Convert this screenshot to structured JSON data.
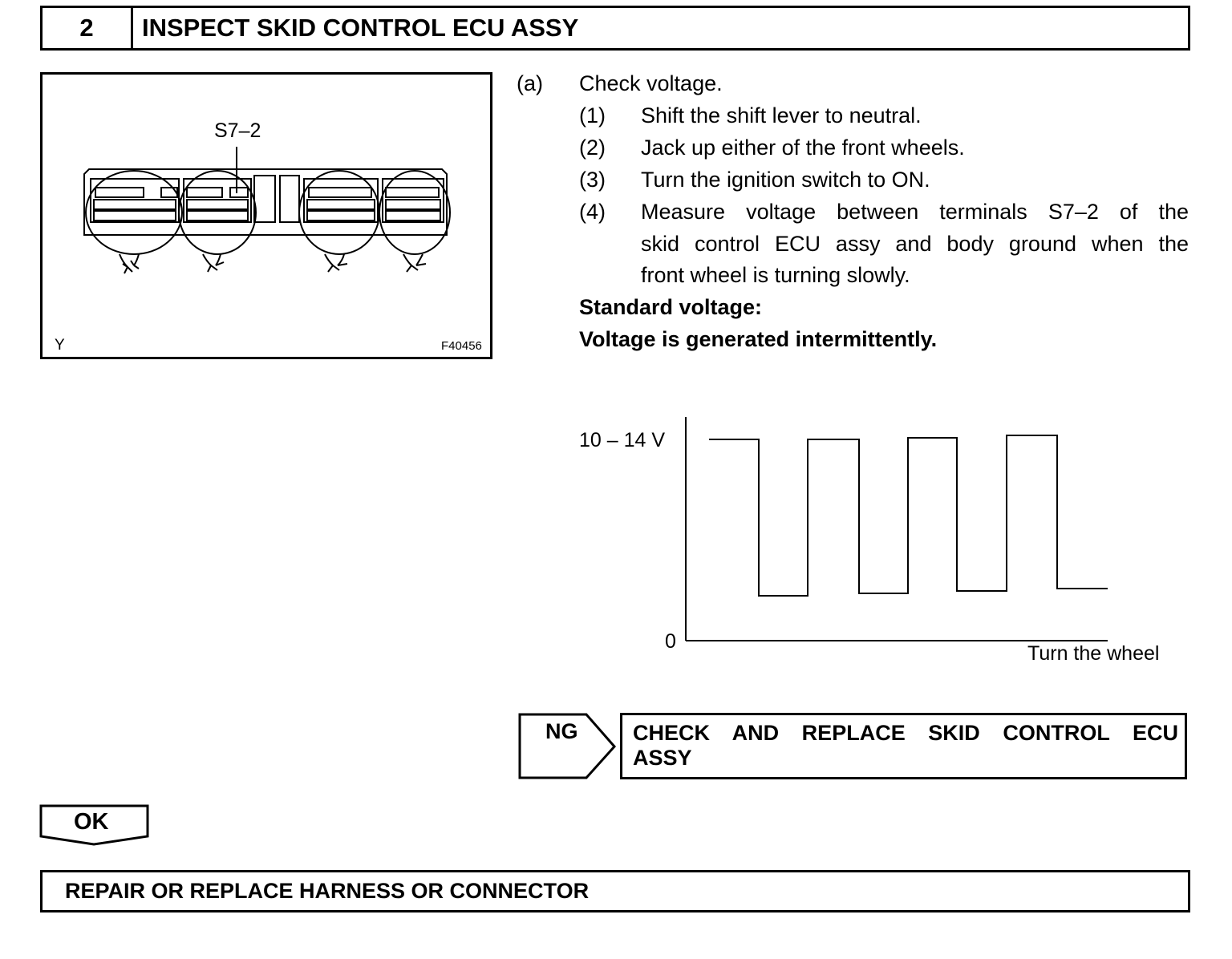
{
  "step": {
    "number": "2",
    "title": "INSPECT SKID CONTROL ECU ASSY"
  },
  "figure": {
    "terminal_label": "S7–2",
    "corner_label": "Y",
    "figure_id": "F40456"
  },
  "instructions": {
    "a_marker": "(a)",
    "a_text": "Check voltage.",
    "steps": [
      {
        "marker": "(1)",
        "text": "Shift the shift lever to neutral."
      },
      {
        "marker": "(2)",
        "text": "Jack up either of the front wheels."
      },
      {
        "marker": "(3)",
        "text": "Turn the ignition switch to ON."
      },
      {
        "marker": "(4)",
        "lines": [
          "Measure voltage between terminals S7–2 of the",
          "skid control ECU assy and body ground when the",
          "front wheel is turning slowly."
        ]
      }
    ],
    "standard_label": "Standard voltage:",
    "standard_value": "Voltage is generated intermittently."
  },
  "waveform": {
    "high_label": "10 – 14 V",
    "zero_label": "0",
    "x_label": "Turn the wheel"
  },
  "branches": {
    "ng_label": "NG",
    "ng_action": "CHECK AND REPLACE SKID CONTROL ECU ASSY",
    "ok_label": "OK",
    "ok_action": "REPAIR OR REPLACE HARNESS OR CONNECTOR"
  }
}
